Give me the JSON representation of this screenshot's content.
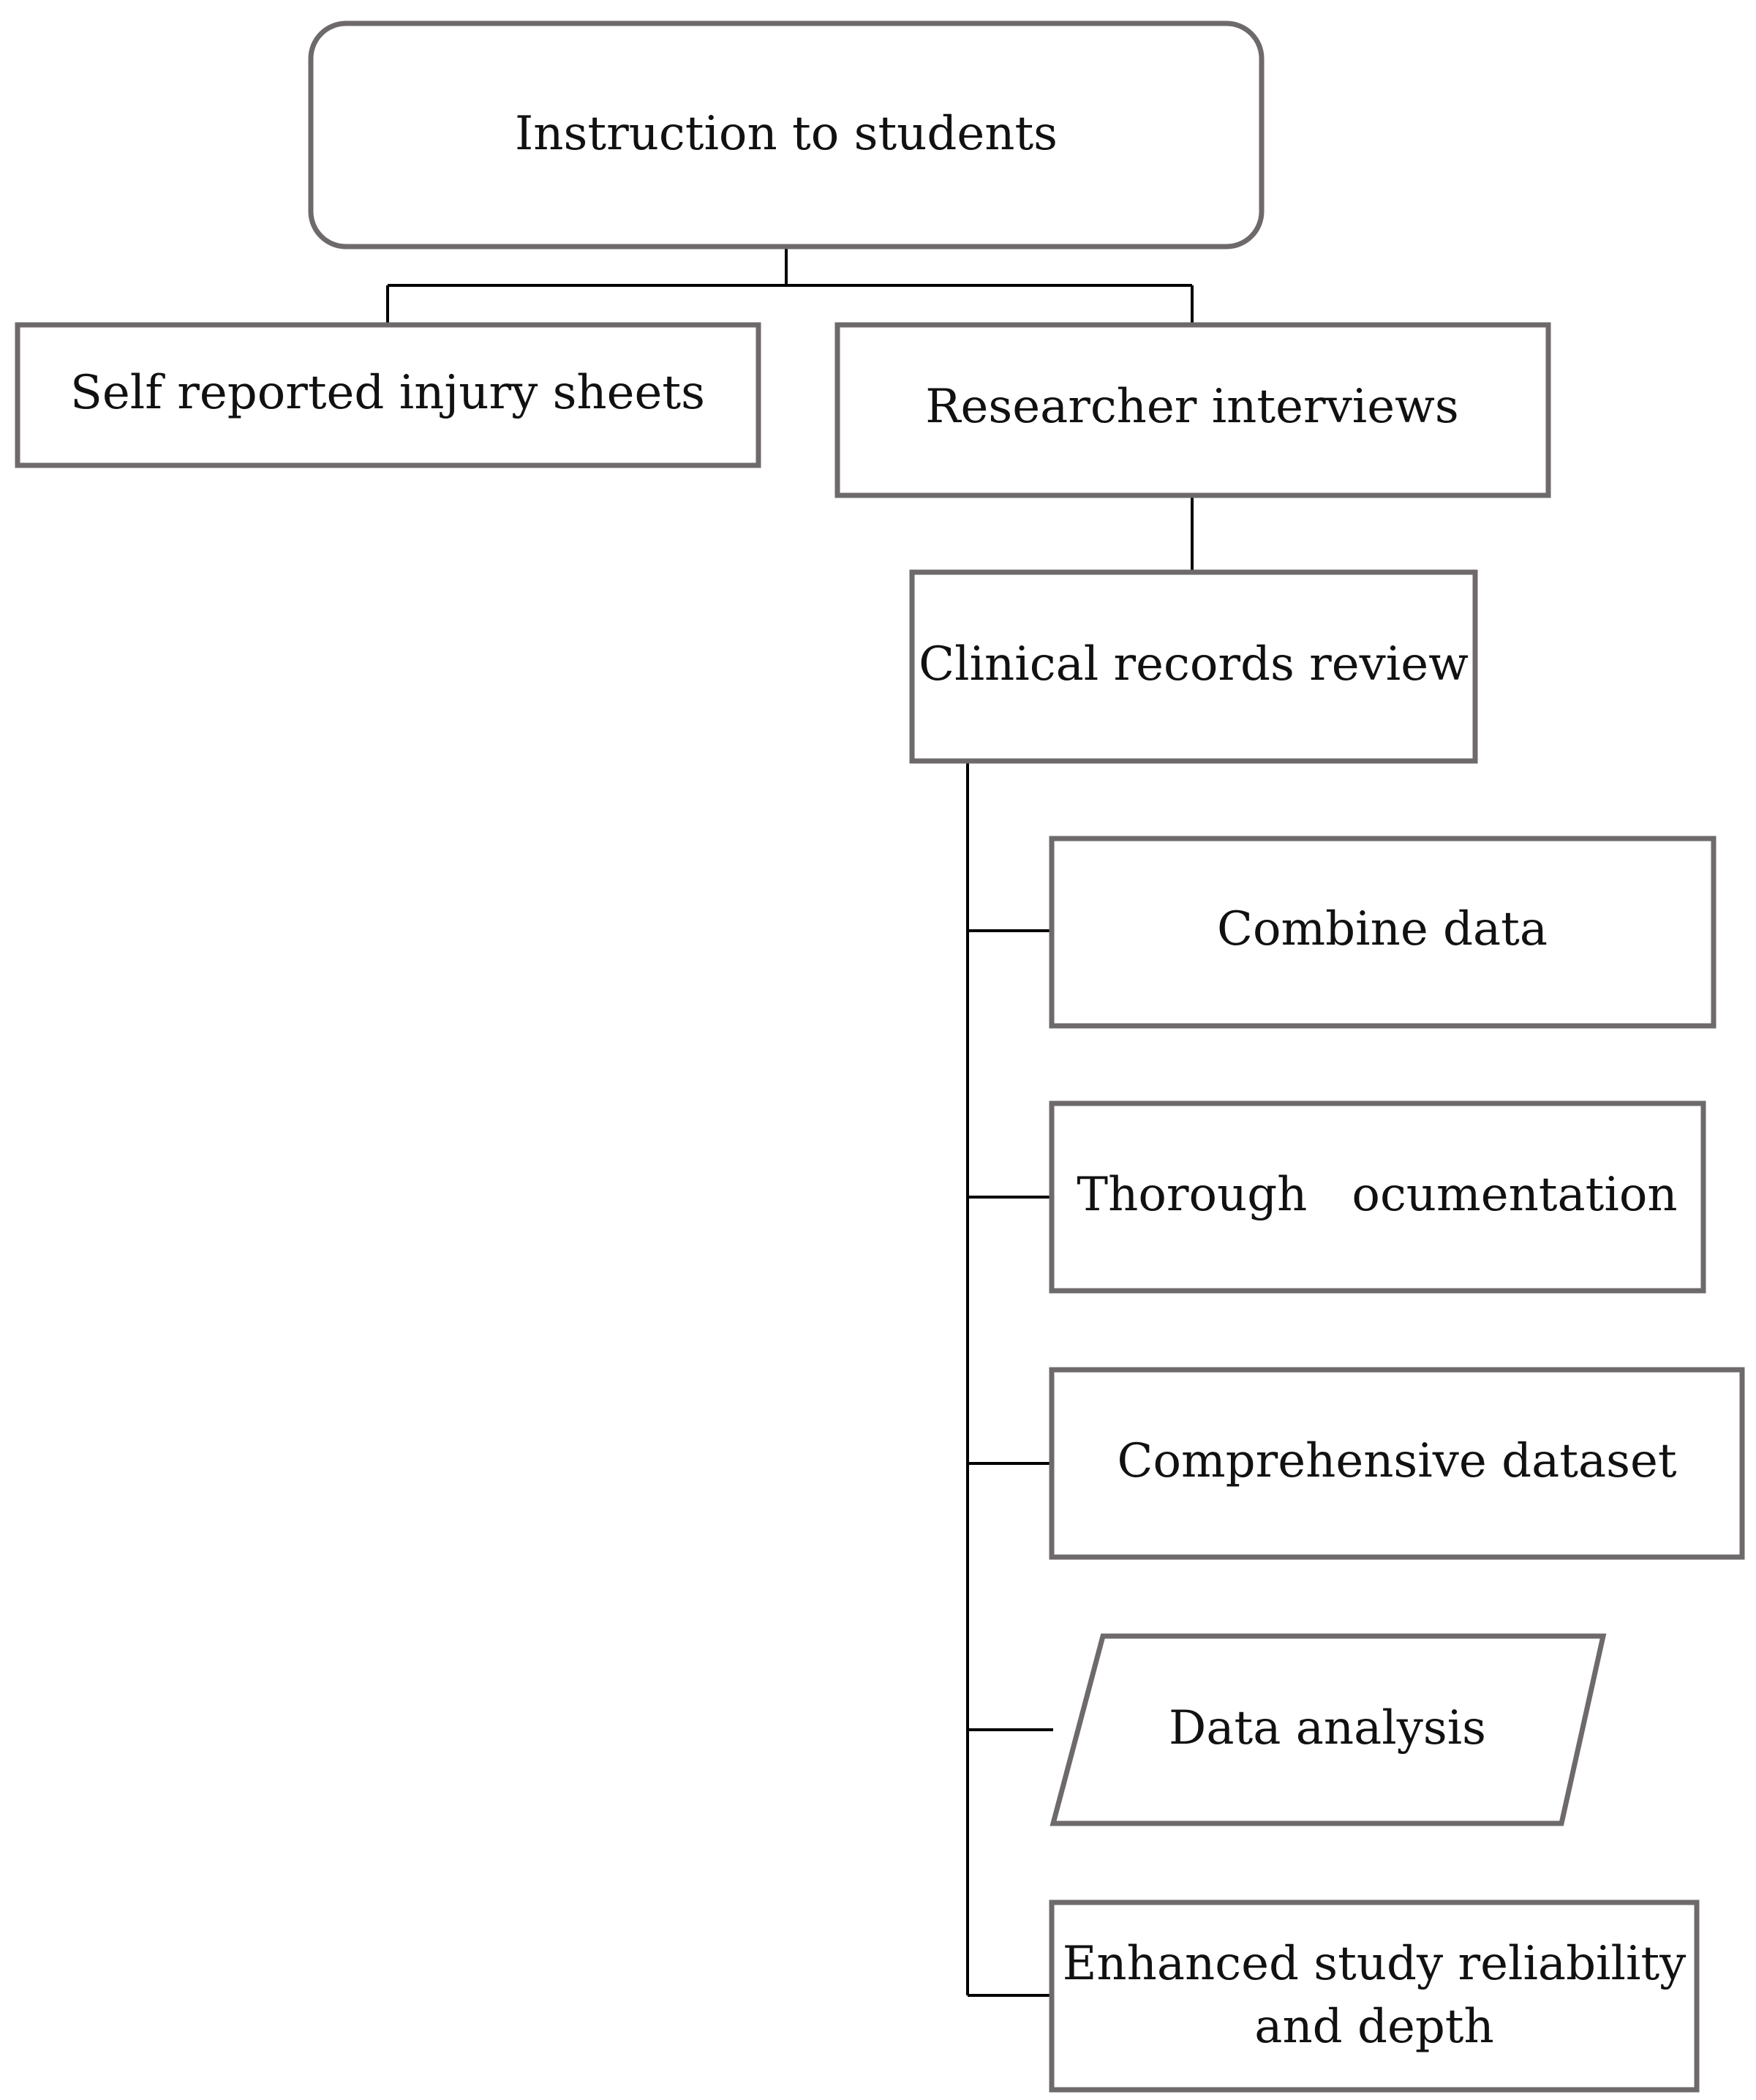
{
  "diagram": {
    "nodes": {
      "instruction": {
        "label": "Instruction to students",
        "shape": "rounded-rectangle"
      },
      "self_reported": {
        "label": "Self reported injury sheets",
        "shape": "rectangle"
      },
      "researcher": {
        "label": "Researcher interviews",
        "shape": "rectangle"
      },
      "clinical": {
        "label": "Clinical records review",
        "shape": "rectangle"
      },
      "combine": {
        "label": "Combine data",
        "shape": "rectangle"
      },
      "thorough": {
        "label": "Thorough   ocumentation",
        "shape": "rectangle"
      },
      "comprehensive": {
        "label": "Comprehensive dataset",
        "shape": "rectangle"
      },
      "analysis": {
        "label": "Data analysis",
        "shape": "parallelogram"
      },
      "enhanced": {
        "label_line1": "Enhanced study reliability",
        "label_line2": "and depth",
        "shape": "rectangle"
      }
    },
    "edges": [
      [
        "instruction",
        "self_reported"
      ],
      [
        "instruction",
        "researcher"
      ],
      [
        "researcher",
        "clinical"
      ],
      [
        "clinical",
        "combine"
      ],
      [
        "clinical",
        "thorough"
      ],
      [
        "clinical",
        "comprehensive"
      ],
      [
        "clinical",
        "analysis"
      ],
      [
        "clinical",
        "enhanced"
      ]
    ],
    "colors": {
      "box_border": "#6e6a6b",
      "connector": "#000000",
      "text": "#111111",
      "background": "#ffffff"
    }
  }
}
